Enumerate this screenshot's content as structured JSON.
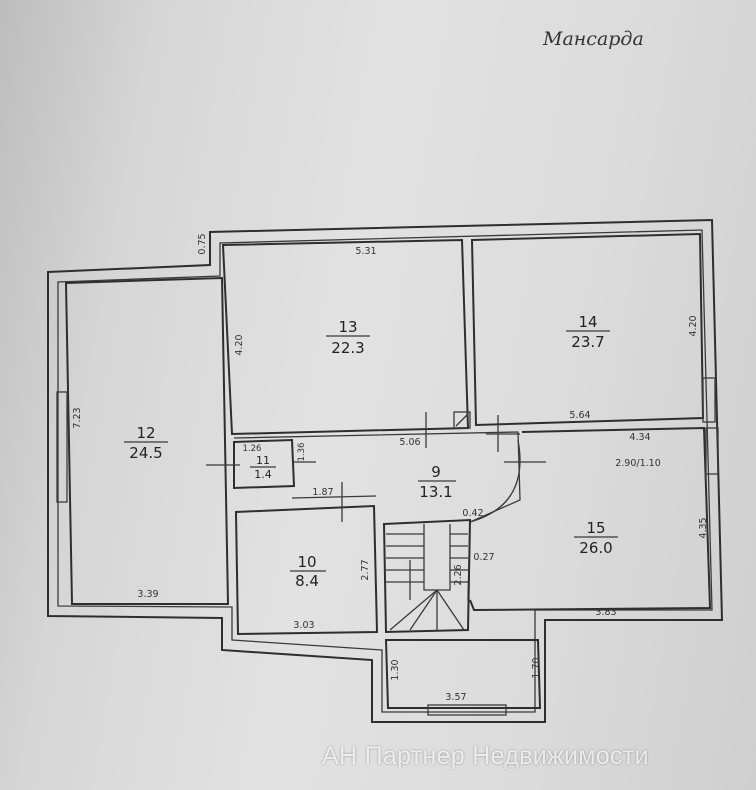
{
  "title": "Мансарда",
  "watermark": "АН Партнер Недвижимости",
  "rooms": [
    {
      "number": "12",
      "area": "24.5"
    },
    {
      "number": "13",
      "area": "22.3"
    },
    {
      "number": "14",
      "area": "23.7"
    },
    {
      "number": "9",
      "area": "13.1"
    },
    {
      "number": "10",
      "area": "8.4"
    },
    {
      "number": "11",
      "area": "1.4"
    },
    {
      "number": "15",
      "area": "26.0"
    }
  ],
  "dimensions": {
    "d075": "0.75",
    "d531": "5.31",
    "d420a": "4.20",
    "d420b": "4.20",
    "d723": "7.23",
    "d564": "5.64",
    "d506": "5.06",
    "d434": "4.34",
    "d126": "1.26",
    "d136": "1.36",
    "d290": "2.90/1.10",
    "d187": "1.87",
    "d042": "0.42",
    "d435": "4.35",
    "d027": "0.27",
    "d277": "2.77",
    "d226": "2.26",
    "d339": "3.39",
    "d303": "3.03",
    "d383": "3.83",
    "d130": "1.30",
    "d170": "1.70",
    "d357": "3.57"
  }
}
